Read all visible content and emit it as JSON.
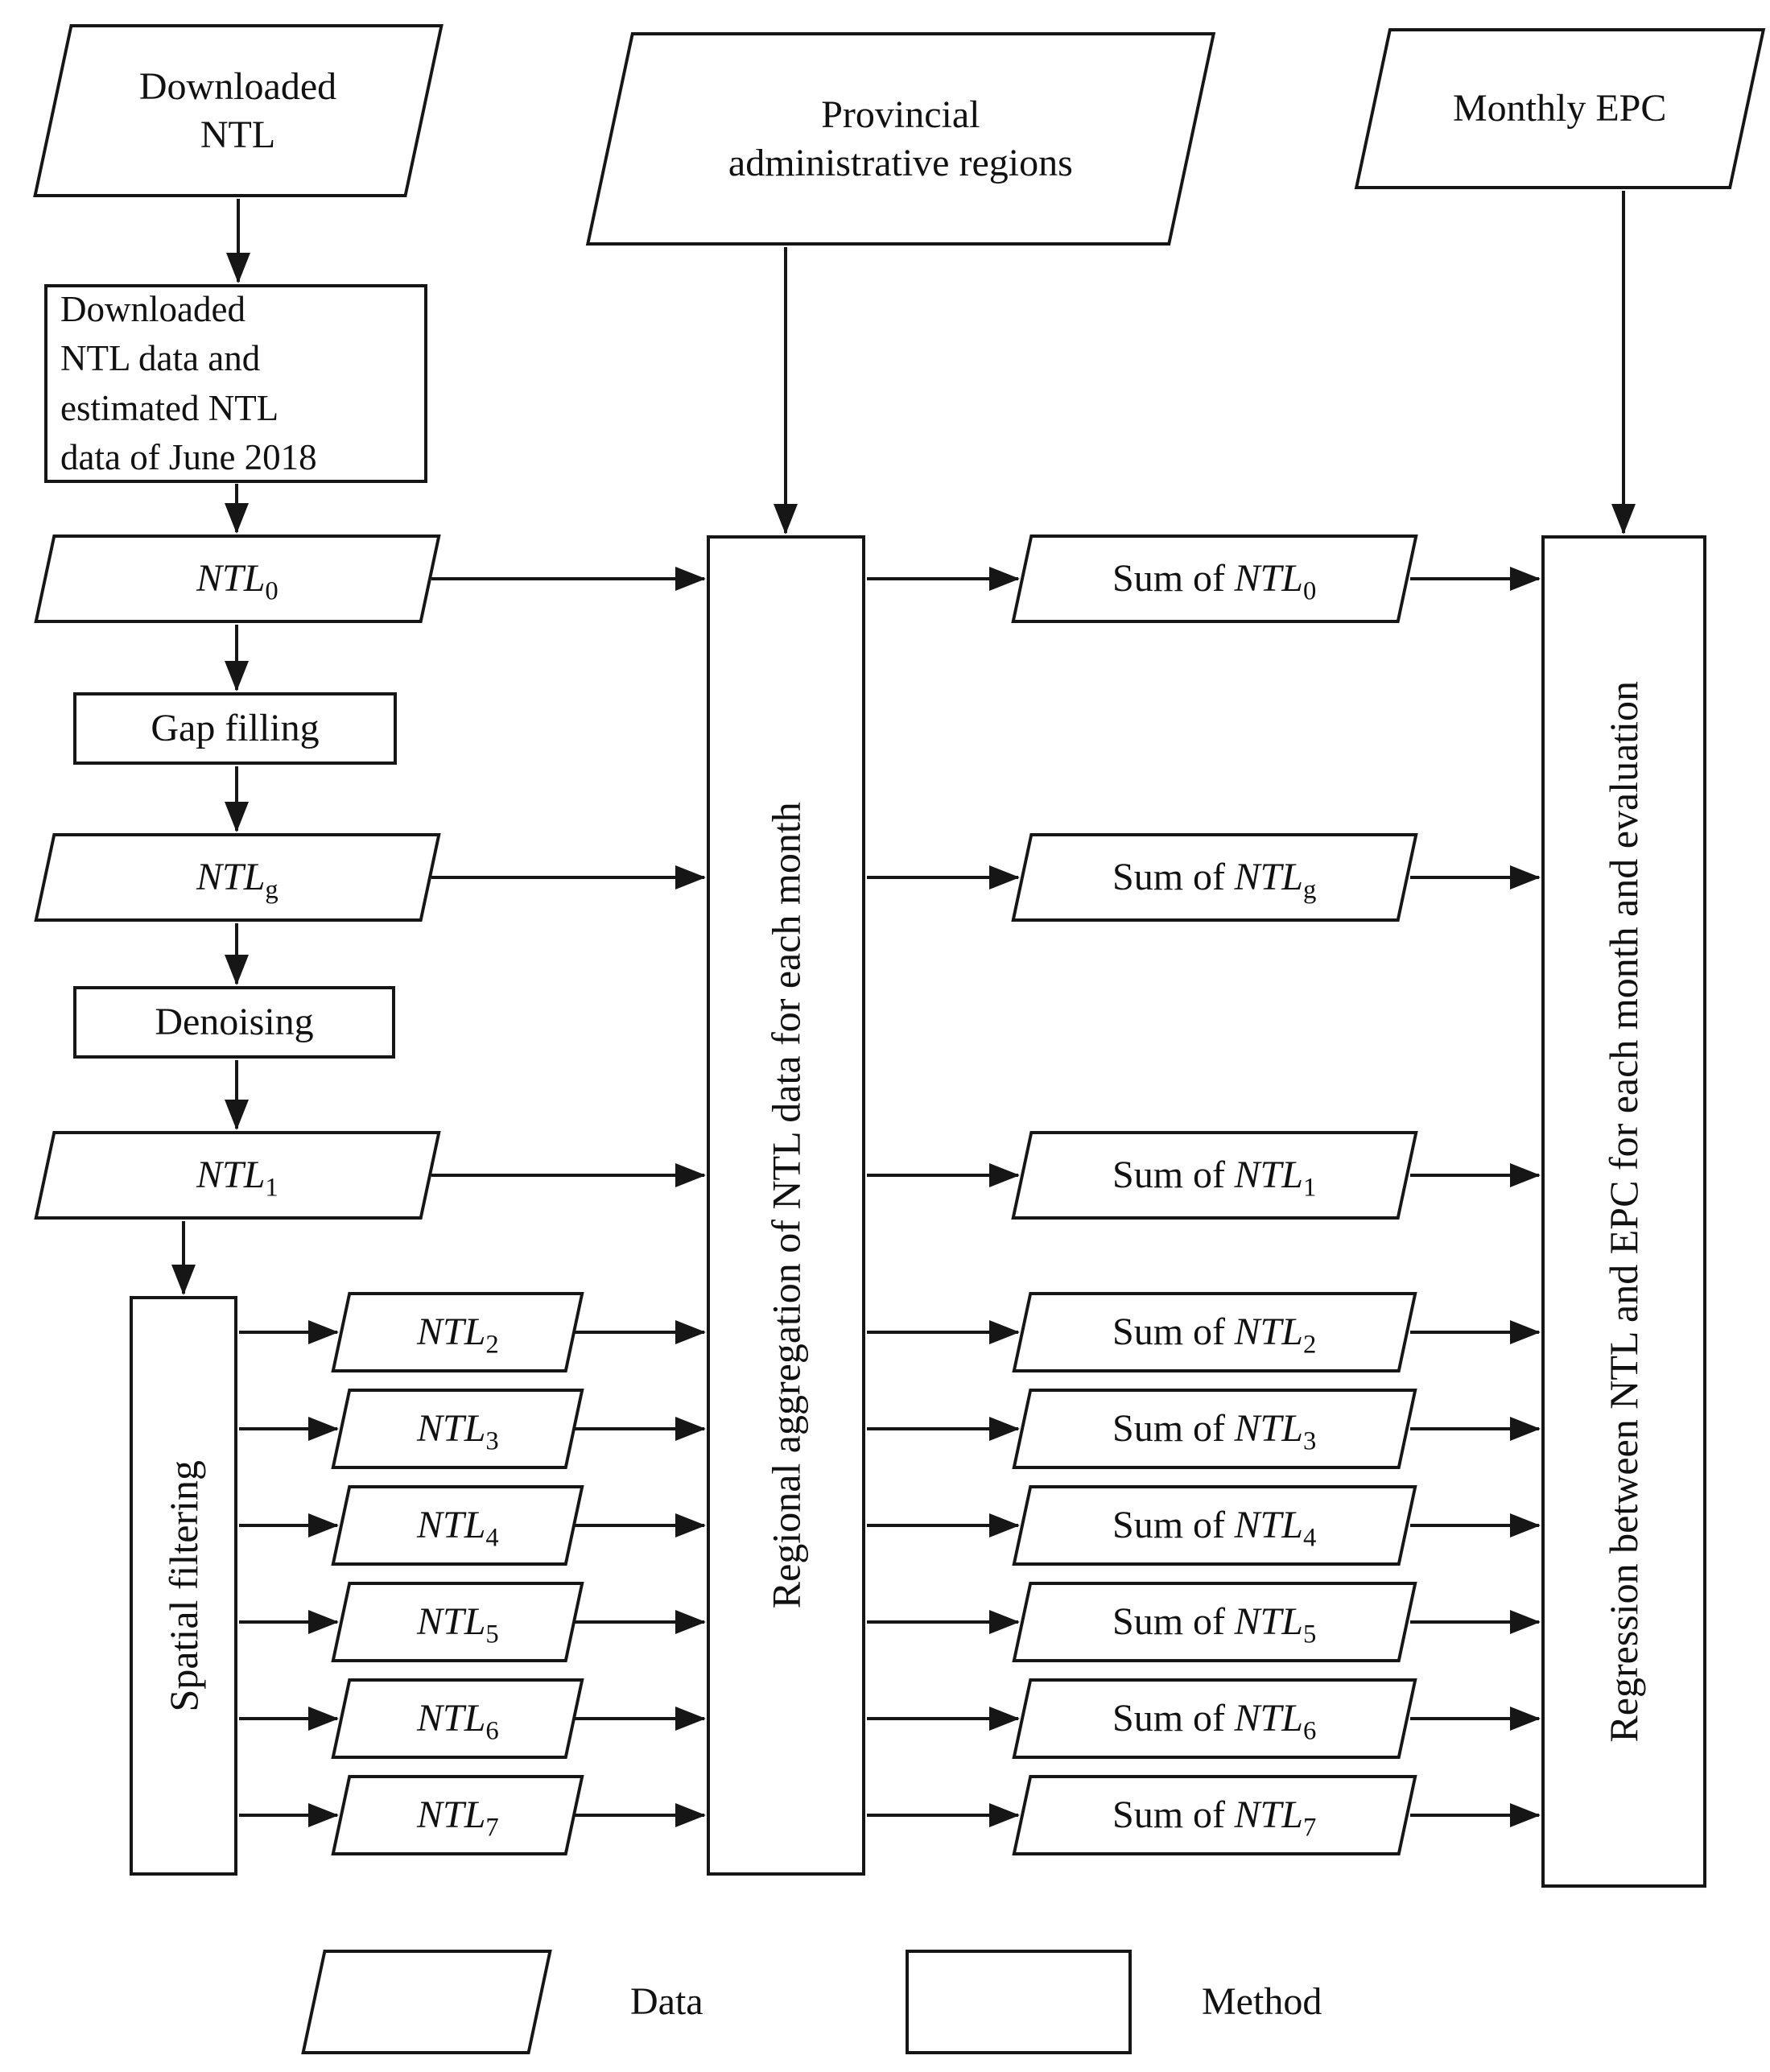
{
  "diagram": {
    "top_row": {
      "downloaded_ntl": {
        "line1": "Downloaded",
        "line2": "NTL"
      },
      "provincial": {
        "line1": "Provincial",
        "line2": "administrative regions"
      },
      "monthly_epc": {
        "label": "Monthly EPC"
      }
    },
    "pipeline": {
      "download_box": {
        "lines": [
          "Downloaded",
          "NTL data and",
          "estimated NTL",
          "data of June 2018"
        ]
      },
      "gap_filling": {
        "label": "Gap filling"
      },
      "denoising": {
        "label": "Denoising"
      },
      "spatial_filtering": {
        "label": "Spatial filtering"
      }
    },
    "ntl_items": [
      {
        "base": "NTL",
        "sub": "0"
      },
      {
        "base": "NTL",
        "sub": "g"
      },
      {
        "base": "NTL",
        "sub": "1"
      },
      {
        "base": "NTL",
        "sub": "2"
      },
      {
        "base": "NTL",
        "sub": "3"
      },
      {
        "base": "NTL",
        "sub": "4"
      },
      {
        "base": "NTL",
        "sub": "5"
      },
      {
        "base": "NTL",
        "sub": "6"
      },
      {
        "base": "NTL",
        "sub": "7"
      }
    ],
    "sum_items": [
      {
        "prefix": "Sum of",
        "base": "NTL",
        "sub": "0"
      },
      {
        "prefix": "Sum of",
        "base": "NTL",
        "sub": "g"
      },
      {
        "prefix": "Sum of",
        "base": "NTL",
        "sub": "1"
      },
      {
        "prefix": "Sum of",
        "base": "NTL",
        "sub": "2"
      },
      {
        "prefix": "Sum of",
        "base": "NTL",
        "sub": "3"
      },
      {
        "prefix": "Sum of",
        "base": "NTL",
        "sub": "4"
      },
      {
        "prefix": "Sum of",
        "base": "NTL",
        "sub": "5"
      },
      {
        "prefix": "Sum of",
        "base": "NTL",
        "sub": "6"
      },
      {
        "prefix": "Sum of",
        "base": "NTL",
        "sub": "7"
      }
    ],
    "aggregation_box": {
      "label": "Regional aggregation of NTL data for each month"
    },
    "regression_box": {
      "label": "Regression between NTL and EPC for each month and evaluation"
    },
    "legend": {
      "data_label": "Data",
      "method_label": "Method"
    },
    "colors": {
      "stroke": "#161616",
      "background": "#ffffff",
      "text": "#111111"
    }
  }
}
